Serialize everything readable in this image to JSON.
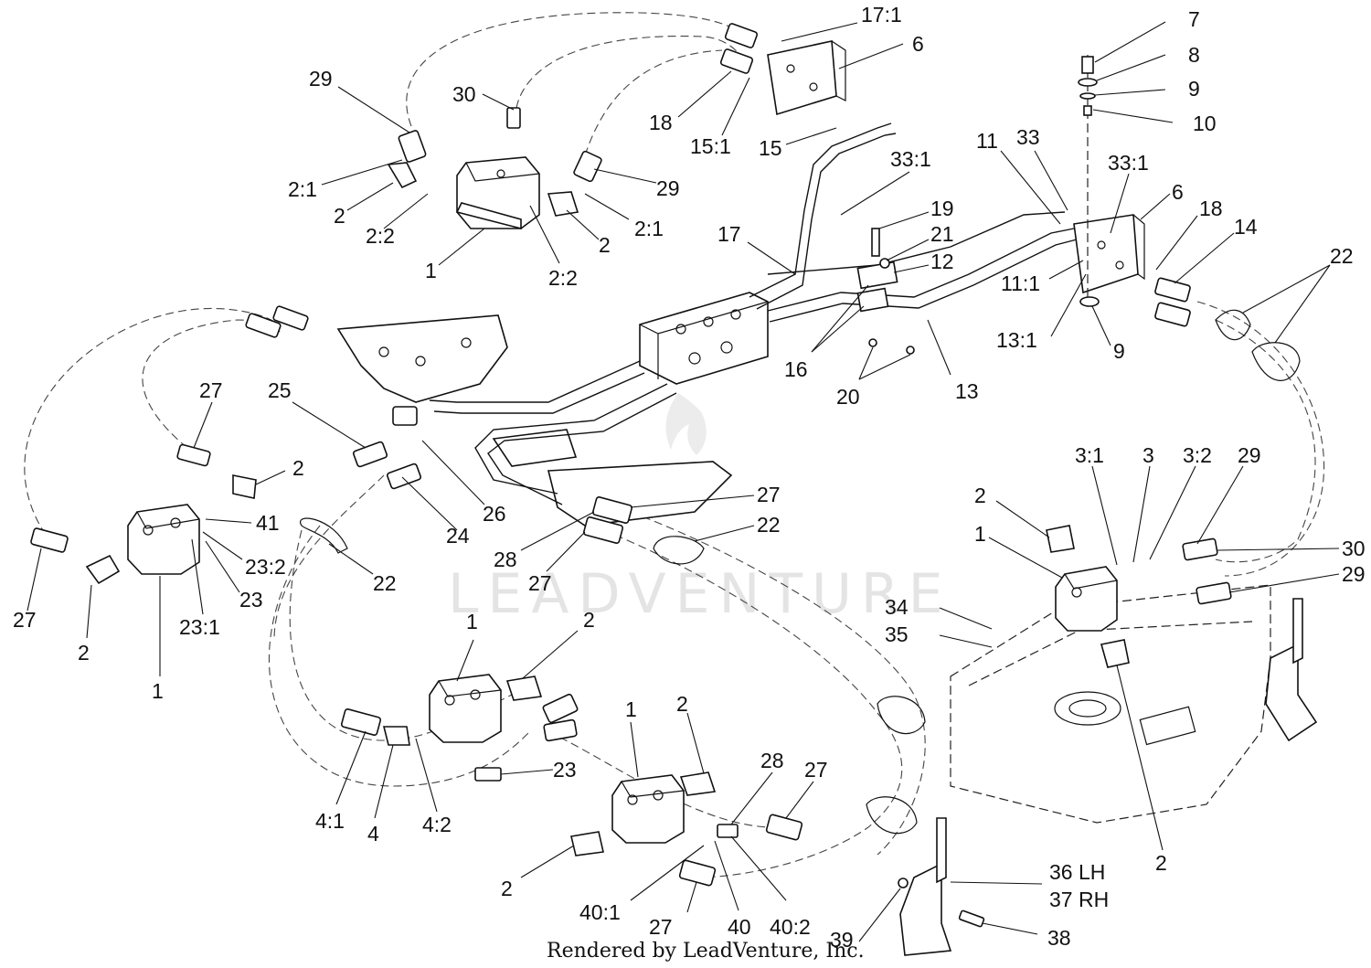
{
  "watermark": "LEADVENTURE",
  "credit": "Rendered by LeadVenture, Inc.",
  "callouts": {
    "c_17_1": "17:1",
    "c_6a": "6",
    "c_7": "7",
    "c_8": "8",
    "c_9a": "9",
    "c_10": "10",
    "c_29a": "29",
    "c_30a": "30",
    "c_18a": "18",
    "c_15_1": "15:1",
    "c_15": "15",
    "c_11": "11",
    "c_33": "33",
    "c_33_1a": "33:1",
    "c_33_1b": "33:1",
    "c_2_1a": "2:1",
    "c_2a": "2",
    "c_2_2a": "2:2",
    "c_1a": "1",
    "c_2_2b": "2:2",
    "c_2b": "2",
    "c_2_1b": "2:1",
    "c_29b": "29",
    "c_17": "17",
    "c_19": "19",
    "c_21": "21",
    "c_12": "12",
    "c_6b": "6",
    "c_18b": "18",
    "c_14": "14",
    "c_22a": "22",
    "c_11_1": "11:1",
    "c_13_1": "13:1",
    "c_9b": "9",
    "c_16": "16",
    "c_20": "20",
    "c_13": "13",
    "c_27a": "27",
    "c_25": "25",
    "c_2c": "2",
    "c_41": "41",
    "c_23_2": "23:2",
    "c_23a": "23",
    "c_23_1": "23:1",
    "c_27b": "27",
    "c_2d": "2",
    "c_1b": "1",
    "c_26": "26",
    "c_24": "24",
    "c_22b": "22",
    "c_27c": "27",
    "c_22c": "22",
    "c_28a": "28",
    "c_27d": "27",
    "c_3_1": "3:1",
    "c_3": "3",
    "c_3_2": "3:2",
    "c_29c": "29",
    "c_2e": "2",
    "c_1c": "1",
    "c_30b": "30",
    "c_29d": "29",
    "c_34": "34",
    "c_35": "35",
    "c_1d": "1",
    "c_2f": "2",
    "c_23b": "23",
    "c_4_1": "4:1",
    "c_4": "4",
    "c_4_2": "4:2",
    "c_1e": "1",
    "c_2g": "2",
    "c_28b": "28",
    "c_27e": "27",
    "c_2h": "2",
    "c_40_1": "40:1",
    "c_27f": "27",
    "c_40": "40",
    "c_40_2": "40:2",
    "c_2i": "2",
    "c_36": "36 LH",
    "c_37": "37 RH",
    "c_38": "38",
    "c_39": "39"
  }
}
